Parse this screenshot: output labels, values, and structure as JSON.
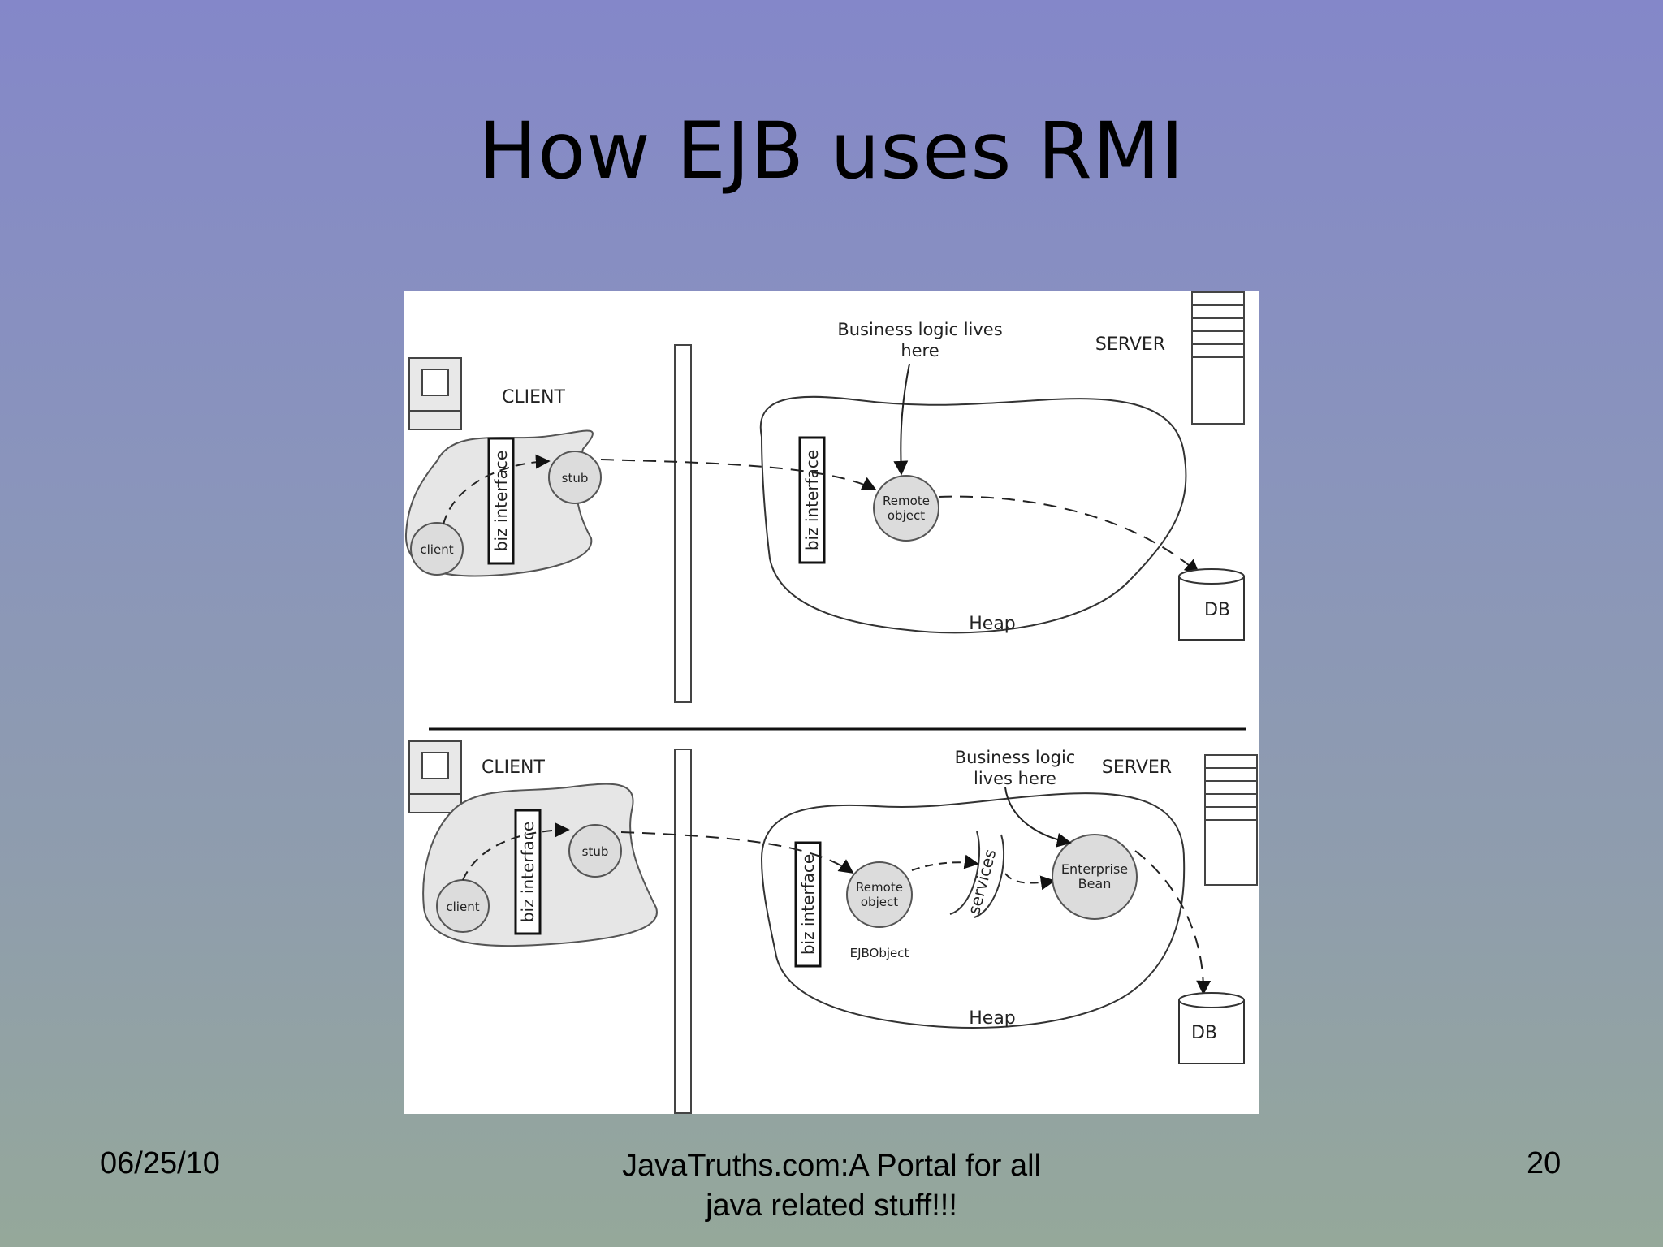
{
  "slide": {
    "title": "How EJB uses RMI"
  },
  "footer": {
    "date": "06/25/10",
    "center_line1": "JavaTruths.com:A Portal for all",
    "center_line2": "java related stuff!!!",
    "page_number": "20"
  },
  "diagram": {
    "top": {
      "client_label": "CLIENT",
      "server_label": "SERVER",
      "business_logic_line1": "Business logic lives",
      "business_logic_line2": "here",
      "client_node": "client",
      "stub_node": "stub",
      "client_interface": "biz interface",
      "server_interface": "biz interface",
      "remote_line1": "Remote",
      "remote_line2": "object",
      "heap_label": "Heap",
      "db_label": "DB"
    },
    "bottom": {
      "client_label": "CLIENT",
      "server_label": "SERVER",
      "business_logic_line1": "Business logic",
      "business_logic_line2": "lives here",
      "client_node": "client",
      "stub_node": "stub",
      "client_interface": "biz interface",
      "server_interface": "biz interface",
      "remote_line1": "Remote",
      "remote_line2": "object",
      "ejbobject_label": "EJBObject",
      "services_label": "services",
      "bean_line1": "Enterprise",
      "bean_line2": "Bean",
      "heap_label": "Heap",
      "db_label": "DB"
    }
  }
}
